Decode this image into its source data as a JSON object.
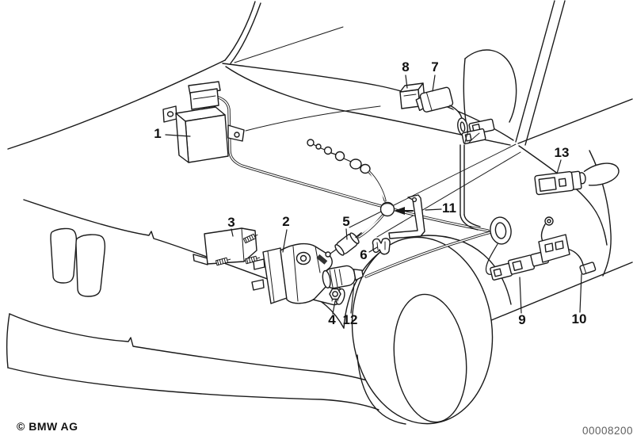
{
  "diagram": {
    "copyright": "© BMW AG",
    "document_number": "00008200",
    "parts": [
      {
        "label": "1"
      },
      {
        "label": "2"
      },
      {
        "label": "3"
      },
      {
        "label": "4"
      },
      {
        "label": "5"
      },
      {
        "label": "6"
      },
      {
        "label": "7"
      },
      {
        "label": "8"
      },
      {
        "label": "9"
      },
      {
        "label": "10"
      },
      {
        "label": "11"
      },
      {
        "label": "12"
      },
      {
        "label": "13"
      }
    ]
  },
  "colors": {
    "line": "#1a1a1a",
    "background": "#ffffff"
  }
}
